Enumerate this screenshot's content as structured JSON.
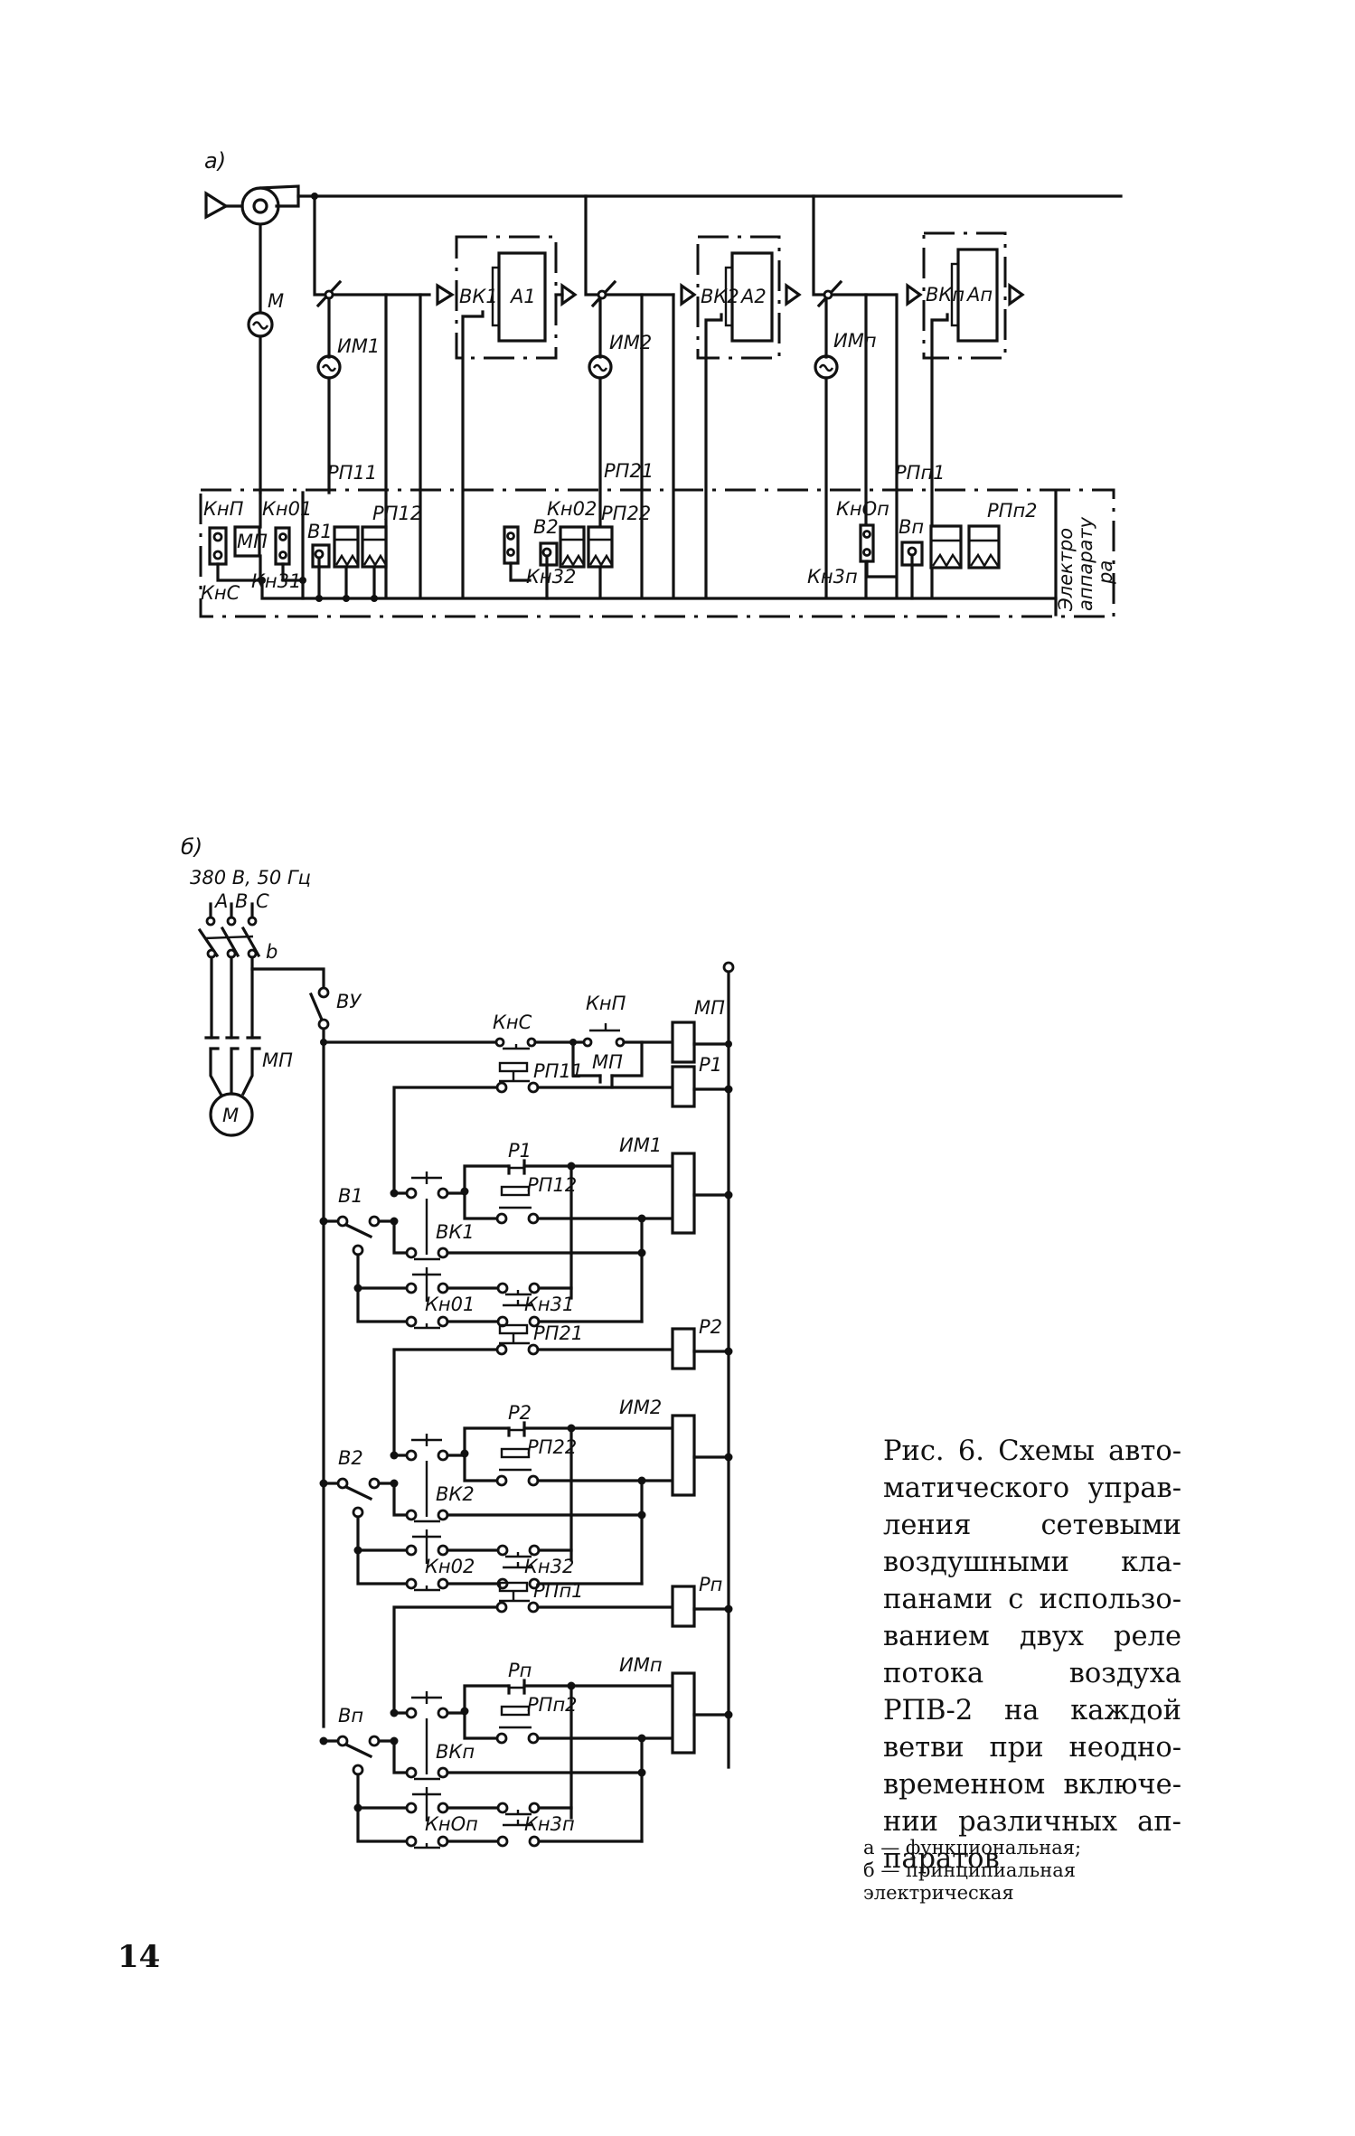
{
  "page_number": "14",
  "figure": {
    "caption_lines": [
      "Рис. 6. Схемы авто-",
      "матического управ-",
      "ления сетевыми",
      "воздушными кла-",
      "панами с использо-",
      "ванием двух реле",
      "потока воздуха",
      "РПВ-2 на каждой",
      "ветви при неодно-",
      "временном включе-",
      "нии различных ап-",
      "паратов"
    ],
    "legend": [
      "а — функциональная;",
      "б — принципиальная",
      "электрическая"
    ]
  },
  "diagram_a": {
    "panel_label": "а)",
    "fan_motor": "М",
    "branches": [
      {
        "actuator": "ИМ1",
        "limit_switch": "ВК1",
        "apparatus": "А1",
        "relay1": "РП11",
        "relay2": "РП12",
        "switch": "В1",
        "stop_button": "Кн01"
      },
      {
        "actuator": "ИМ2",
        "limit_switch": "ВК2",
        "apparatus": "А2",
        "relay1": "РП21",
        "relay2": "РП22",
        "switch": "В2",
        "stop_button": "Кн02",
        "start_button": "Кн32"
      },
      {
        "actuator": "ИМп",
        "limit_switch": "ВКп",
        "apparatus": "Ап",
        "relay1": "РПп1",
        "relay2": "РПп2",
        "switch": "Вп",
        "stop_button": "КнОп",
        "start_button": "Кн3п"
      }
    ],
    "panel_items": {
      "start_button": "КнП",
      "stop_button": "КнС",
      "starter": "МП",
      "first_start": "Кн31",
      "relay_glyph": "ПЗ"
    },
    "side_label": [
      "Электро",
      "аппарату",
      "ра"
    ]
  },
  "diagram_b": {
    "panel_label": "б)",
    "supply": "380 В, 50 Гц",
    "phases": [
      "А",
      "В",
      "С"
    ],
    "breaker": "b",
    "motor": "М",
    "starter": "МП",
    "control_switch": "ВУ",
    "top_row": {
      "stop": "КнС",
      "start": "КнП",
      "hold": "МП",
      "coil": "МП"
    },
    "branches": [
      {
        "relay_contact": "РП11",
        "relay_coil": "Р1",
        "self_contact": "Р1",
        "relay2_contact": "РП12",
        "actuator": "ИМ1",
        "switch": "В1",
        "limit": "ВК1",
        "open_btn": "Кн01",
        "close_btn": "Кн31"
      },
      {
        "relay_contact": "РП21",
        "relay_coil": "Р2",
        "self_contact": "Р2",
        "relay2_contact": "РП22",
        "actuator": "ИМ2",
        "switch": "В2",
        "limit": "ВК2",
        "open_btn": "Кн02",
        "close_btn": "Кн32"
      },
      {
        "relay_contact": "РПп1",
        "relay_coil": "Рп",
        "self_contact": "Рп",
        "relay2_contact": "РПп2",
        "actuator": "ИМп",
        "switch": "Вп",
        "limit": "ВКп",
        "open_btn": "КнОп",
        "close_btn": "Кн3п"
      }
    ]
  }
}
